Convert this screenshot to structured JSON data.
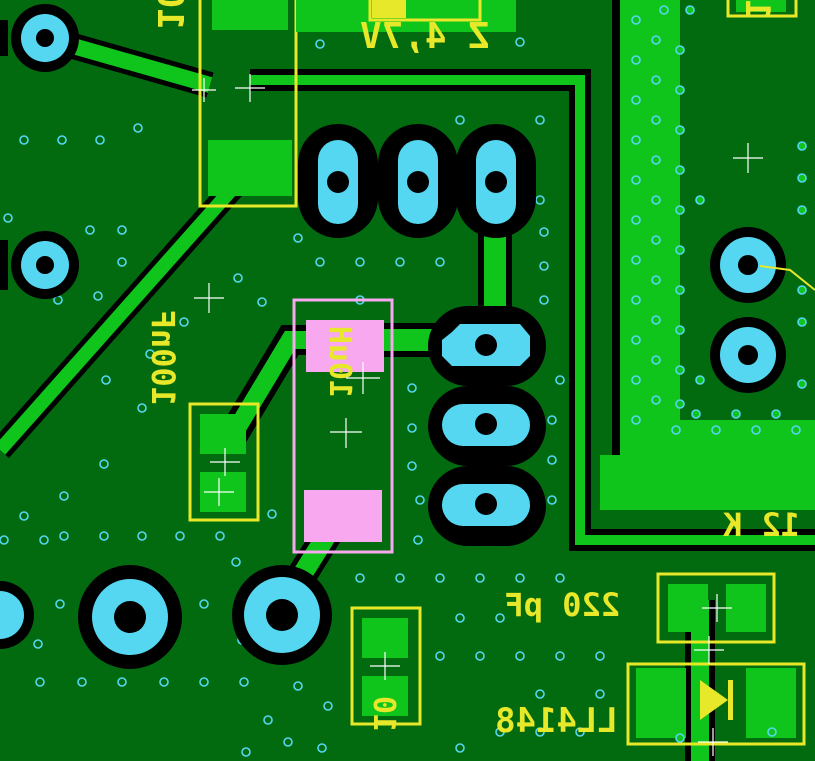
{
  "colors": {
    "board": "#036b0f",
    "copper": "#0fc41a",
    "clearance": "#000000",
    "pad": "#55d7f2",
    "drill": "#000000",
    "silkscreen": "#e8e82a",
    "selected_pad": "#f7a8ef",
    "selected_outline": "#f7a8ef",
    "via_ring": "#55d7f2"
  },
  "silkscreen": {
    "l1_value": "10uH",
    "zener_value": "Z 4,7V",
    "c_top_right_value": "100nF",
    "c_left_value": "100nF",
    "l2_value": "10uH",
    "r_value": "12 K",
    "c_bottom_value": "220 pF",
    "diode_value": "LL4148",
    "bottom_partial": "10"
  }
}
